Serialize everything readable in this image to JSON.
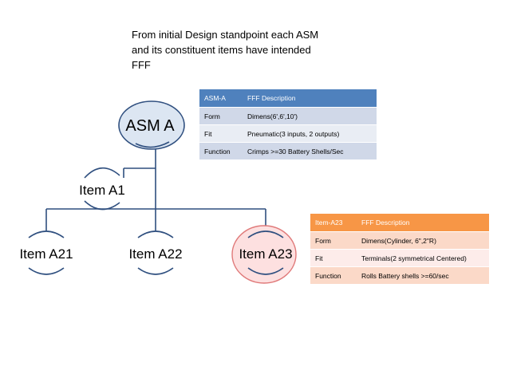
{
  "caption": {
    "lines": [
      "From initial Design standpoint each ASM",
      "and its constituent items have intended",
      "FFF"
    ]
  },
  "nodes": {
    "asm_a": "ASM A",
    "item_a1": "Item A1",
    "item_a21": "Item A21",
    "item_a22": "Item A22",
    "item_a23": "Item A23"
  },
  "table_asm_a": {
    "headers": [
      "ASM-A",
      "FFF Description"
    ],
    "rows": [
      [
        "Form",
        "Dimens(6',6',10')"
      ],
      [
        "Fit",
        "Pneumatic(3 inputs, 2 outputs)"
      ],
      [
        "Function",
        "Crimps >=30 Battery Shells/Sec"
      ]
    ]
  },
  "table_item_a23": {
    "headers": [
      "Item-A23",
      "FFF Description"
    ],
    "rows": [
      [
        "Form",
        "Dimens(Cylinder, 6\",2\"R)"
      ],
      [
        "Fit",
        "Terminals(2 symmetrical Centered)"
      ],
      [
        "Function",
        "Rolls Battery shells >=60/sec"
      ]
    ]
  },
  "colors": {
    "line": "#2f4f7f",
    "asm_fill": "#dce6f2",
    "a23_fill": "#fde0e0",
    "table_a_header": "#4f81bd",
    "table_b_header": "#f79646"
  }
}
